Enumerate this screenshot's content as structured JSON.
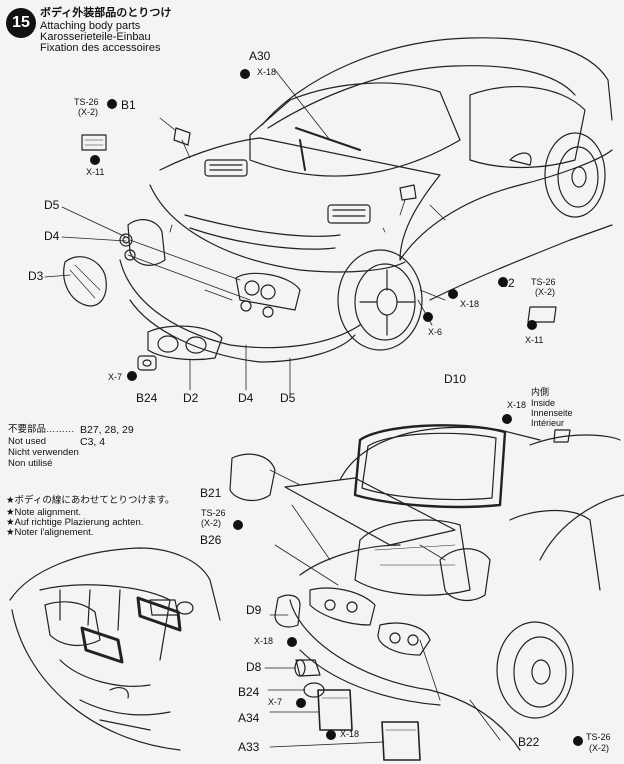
{
  "step": {
    "number": "15",
    "title_ja": "ボディ外装部品のとりつけ",
    "title_en": "Attaching body parts",
    "title_de": "Karosserieteile-Einbau",
    "title_fr": "Fixation des accessoires"
  },
  "callouts": {
    "A30": "A30",
    "X18_a30": "X-18",
    "TS26_b1": "TS-26",
    "X2_b1": "(X-2)",
    "B1": "B1",
    "X11_b1": "X-11",
    "D5_top": "D5",
    "D4_top": "D4",
    "D3": "D3",
    "B2": "B2",
    "TS26_b2": "TS-26",
    "X2_b2": "(X-2)",
    "X18_b2": "X-18",
    "X6": "X-6",
    "X11_b2": "X-11",
    "X7_top": "X-7",
    "B24_top": "B24",
    "D2": "D2",
    "D4_bottom": "D4",
    "D5_bottom": "D5",
    "D10": "D10",
    "X18_d10": "X-18",
    "inside_ja": "内側",
    "inside_en": "Inside",
    "inside_de": "Innenseite",
    "inside_fr": "Intérieur",
    "B21": "B21",
    "TS26_b21": "TS-26",
    "X2_b21": "(X-2)",
    "B26": "B26",
    "D9": "D9",
    "X18_d9": "X-18",
    "D8": "D8",
    "B24_bottom": "B24",
    "X7_bottom": "X-7",
    "A34": "A34",
    "X18_a33": "X-18",
    "A33": "A33",
    "B22": "B22",
    "TS26_b22": "TS-26",
    "X2_b22": "(X-2)"
  },
  "not_used": {
    "label_ja": "不要部品",
    "dots": "………",
    "label_en": "Not used",
    "label_de": "Nicht verwenden",
    "label_fr": "Non utilisé",
    "parts_line1": "B27, 28, 29",
    "parts_line2": "C3, 4"
  },
  "alignment_note": {
    "ja": "★ボディの線にあわせてとりつけます。",
    "en": "★Note alignment.",
    "de": "★Auf richtige Plazierung achten.",
    "fr": "★Noter l'alignement."
  }
}
